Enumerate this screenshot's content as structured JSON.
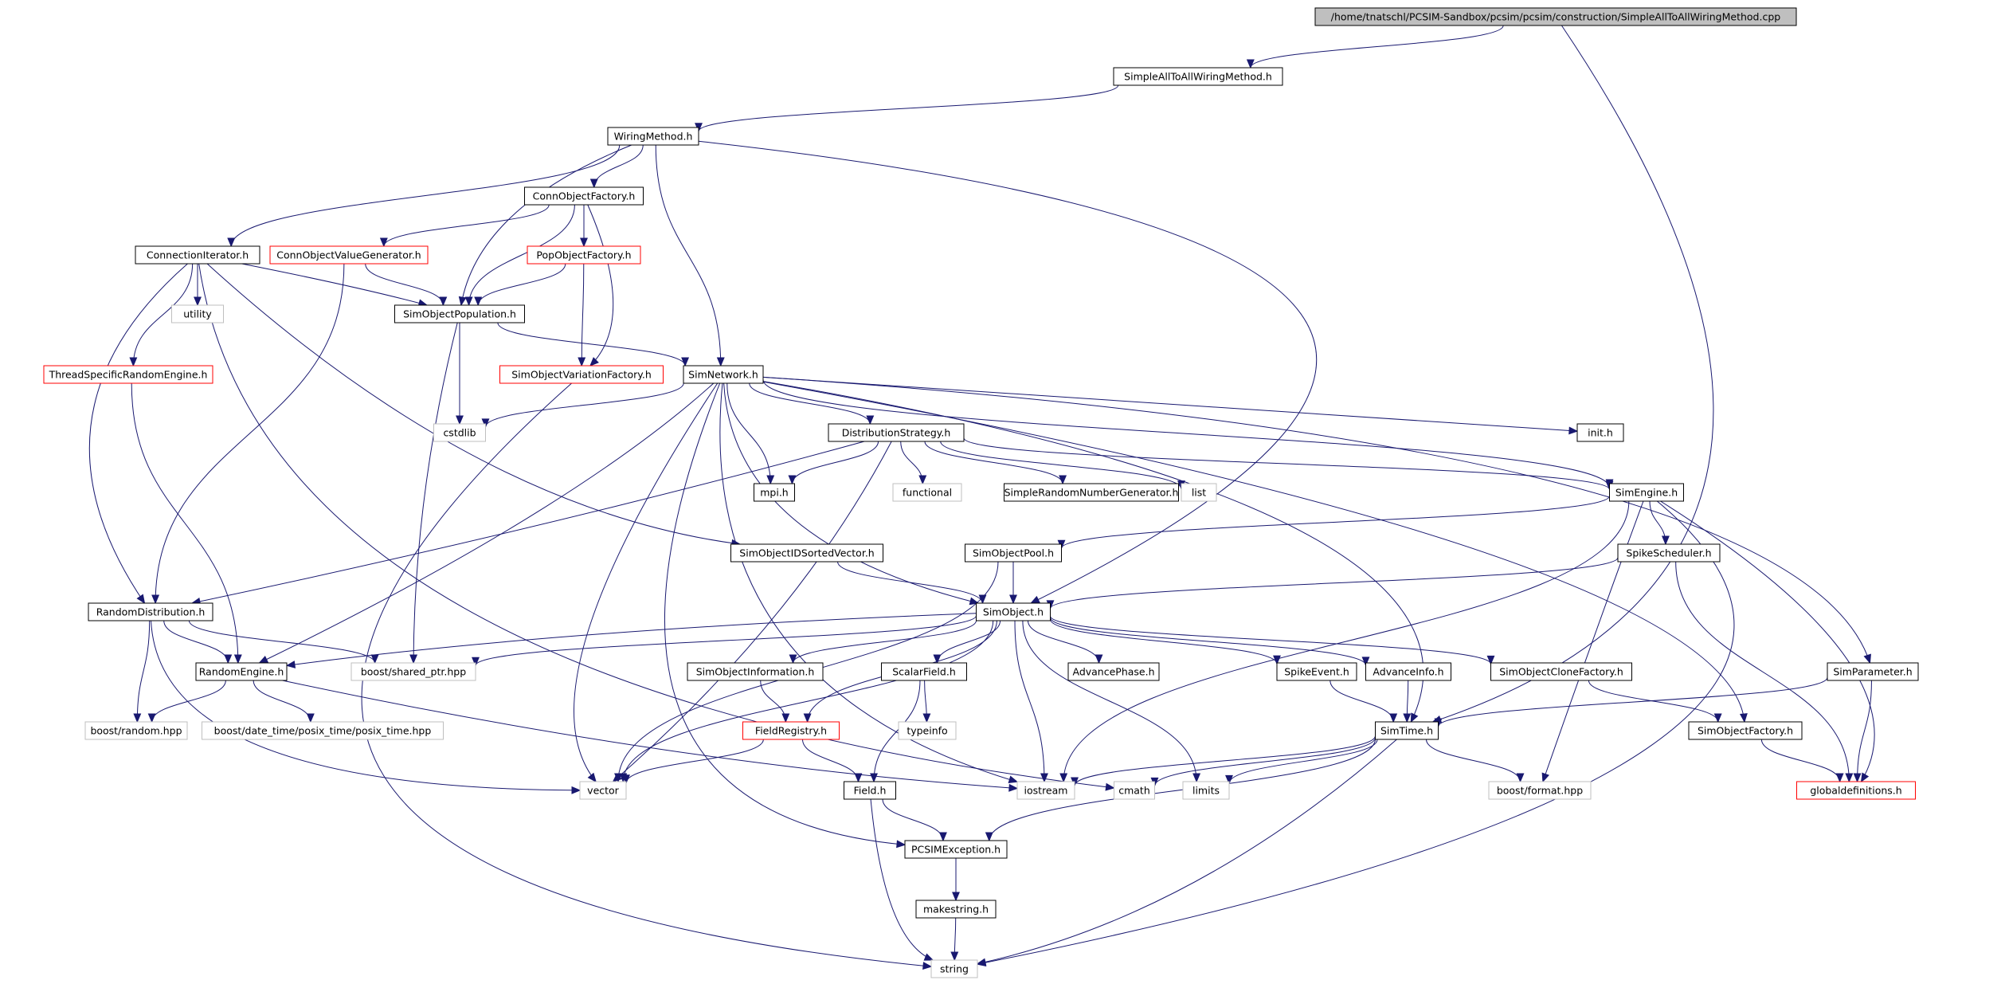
{
  "colors": {
    "edge": "#191970",
    "normal_border": "#000000",
    "missing_border": "#ff0000",
    "system_border": "#bfbfbf",
    "root_fill": "#bfbfbf",
    "text": "#000000"
  },
  "nodes": [
    {
      "id": "root",
      "label": "/home/tnatschl/PCSIM-Sandbox/pcsim/pcsim/construction/SimpleAllToAllWiringMethod.cpp",
      "kind": "root"
    },
    {
      "id": "satawm",
      "label": "SimpleAllToAllWiringMethod.h",
      "kind": "normal"
    },
    {
      "id": "wm",
      "label": "WiringMethod.h",
      "kind": "normal"
    },
    {
      "id": "cof",
      "label": "ConnObjectFactory.h",
      "kind": "normal"
    },
    {
      "id": "ci",
      "label": "ConnectionIterator.h",
      "kind": "normal"
    },
    {
      "id": "covg",
      "label": "ConnObjectValueGenerator.h",
      "kind": "red"
    },
    {
      "id": "pof",
      "label": "PopObjectFactory.h",
      "kind": "red"
    },
    {
      "id": "util",
      "label": "utility",
      "kind": "system"
    },
    {
      "id": "sop",
      "label": "SimObjectPopulation.h",
      "kind": "normal"
    },
    {
      "id": "tsre",
      "label": "ThreadSpecificRandomEngine.h",
      "kind": "red"
    },
    {
      "id": "sovf",
      "label": "SimObjectVariationFactory.h",
      "kind": "red"
    },
    {
      "id": "sn",
      "label": "SimNetwork.h",
      "kind": "normal"
    },
    {
      "id": "cstdlib",
      "label": "cstdlib",
      "kind": "system"
    },
    {
      "id": "ds",
      "label": "DistributionStrategy.h",
      "kind": "normal"
    },
    {
      "id": "init",
      "label": "init.h",
      "kind": "normal"
    },
    {
      "id": "mpi",
      "label": "mpi.h",
      "kind": "normal"
    },
    {
      "id": "functional",
      "label": "functional",
      "kind": "system"
    },
    {
      "id": "srng",
      "label": "SimpleRandomNumberGenerator.h",
      "kind": "normal"
    },
    {
      "id": "list",
      "label": "list",
      "kind": "system"
    },
    {
      "id": "se",
      "label": "SimEngine.h",
      "kind": "normal"
    },
    {
      "id": "soidsv",
      "label": "SimObjectIDSortedVector.h",
      "kind": "normal"
    },
    {
      "id": "sopool",
      "label": "SimObjectPool.h",
      "kind": "normal"
    },
    {
      "id": "ss",
      "label": "SpikeScheduler.h",
      "kind": "normal"
    },
    {
      "id": "rd",
      "label": "RandomDistribution.h",
      "kind": "normal"
    },
    {
      "id": "so",
      "label": "SimObject.h",
      "kind": "normal"
    },
    {
      "id": "re",
      "label": "RandomEngine.h",
      "kind": "normal"
    },
    {
      "id": "bsp",
      "label": "boost/shared_ptr.hpp",
      "kind": "system"
    },
    {
      "id": "soi",
      "label": "SimObjectInformation.h",
      "kind": "normal"
    },
    {
      "id": "sf",
      "label": "ScalarField.h",
      "kind": "normal"
    },
    {
      "id": "ap",
      "label": "AdvancePhase.h",
      "kind": "normal"
    },
    {
      "id": "spe",
      "label": "SpikeEvent.h",
      "kind": "normal"
    },
    {
      "id": "ai",
      "label": "AdvanceInfo.h",
      "kind": "normal"
    },
    {
      "id": "socf",
      "label": "SimObjectCloneFactory.h",
      "kind": "normal"
    },
    {
      "id": "sp",
      "label": "SimParameter.h",
      "kind": "normal"
    },
    {
      "id": "br",
      "label": "boost/random.hpp",
      "kind": "system"
    },
    {
      "id": "bdt",
      "label": "boost/date_time/posix_time/posix_time.hpp",
      "kind": "system"
    },
    {
      "id": "fr",
      "label": "FieldRegistry.h",
      "kind": "red"
    },
    {
      "id": "typeinfo",
      "label": "typeinfo",
      "kind": "system"
    },
    {
      "id": "st",
      "label": "SimTime.h",
      "kind": "normal"
    },
    {
      "id": "sofac",
      "label": "SimObjectFactory.h",
      "kind": "normal"
    },
    {
      "id": "vector",
      "label": "vector",
      "kind": "system"
    },
    {
      "id": "field",
      "label": "Field.h",
      "kind": "normal"
    },
    {
      "id": "iostream",
      "label": "iostream",
      "kind": "system"
    },
    {
      "id": "cmath",
      "label": "cmath",
      "kind": "system"
    },
    {
      "id": "limits",
      "label": "limits",
      "kind": "system"
    },
    {
      "id": "bf",
      "label": "boost/format.hpp",
      "kind": "system"
    },
    {
      "id": "gd",
      "label": "globaldefinitions.h",
      "kind": "red"
    },
    {
      "id": "pcex",
      "label": "PCSIMException.h",
      "kind": "normal"
    },
    {
      "id": "ms",
      "label": "makestring.h",
      "kind": "normal"
    },
    {
      "id": "string",
      "label": "string",
      "kind": "system"
    }
  ],
  "edges": [
    [
      "root",
      "satawm"
    ],
    [
      "root",
      "st"
    ],
    [
      "satawm",
      "wm"
    ],
    [
      "wm",
      "cof"
    ],
    [
      "wm",
      "ci"
    ],
    [
      "wm",
      "sop"
    ],
    [
      "wm",
      "sn"
    ],
    [
      "wm",
      "so"
    ],
    [
      "cof",
      "covg"
    ],
    [
      "cof",
      "pof"
    ],
    [
      "cof",
      "sop"
    ],
    [
      "cof",
      "sovf"
    ],
    [
      "ci",
      "util"
    ],
    [
      "ci",
      "sop"
    ],
    [
      "ci",
      "tsre"
    ],
    [
      "ci",
      "rd"
    ],
    [
      "ci",
      "soidsv"
    ],
    [
      "ci",
      "cmath"
    ],
    [
      "covg",
      "sop"
    ],
    [
      "covg",
      "rd"
    ],
    [
      "pof",
      "sop"
    ],
    [
      "pof",
      "sovf"
    ],
    [
      "sop",
      "sn"
    ],
    [
      "sop",
      "cstdlib"
    ],
    [
      "sop",
      "bsp"
    ],
    [
      "tsre",
      "re"
    ],
    [
      "sovf",
      "string"
    ],
    [
      "sn",
      "cstdlib"
    ],
    [
      "sn",
      "ds"
    ],
    [
      "sn",
      "init"
    ],
    [
      "sn",
      "mpi"
    ],
    [
      "sn",
      "se"
    ],
    [
      "sn",
      "so"
    ],
    [
      "sn",
      "re"
    ],
    [
      "sn",
      "vector"
    ],
    [
      "sn",
      "iostream"
    ],
    [
      "sn",
      "st"
    ],
    [
      "sn",
      "sofac"
    ],
    [
      "sn",
      "sp"
    ],
    [
      "sn",
      "pcex"
    ],
    [
      "ds",
      "mpi"
    ],
    [
      "ds",
      "functional"
    ],
    [
      "ds",
      "srng"
    ],
    [
      "ds",
      "list"
    ],
    [
      "ds",
      "se"
    ],
    [
      "ds",
      "rd"
    ],
    [
      "ds",
      "vector"
    ],
    [
      "se",
      "sopool"
    ],
    [
      "se",
      "ss"
    ],
    [
      "se",
      "iostream"
    ],
    [
      "se",
      "bf"
    ],
    [
      "se",
      "gd"
    ],
    [
      "se",
      "string"
    ],
    [
      "soidsv",
      "so"
    ],
    [
      "sopool",
      "so"
    ],
    [
      "sopool",
      "vector"
    ],
    [
      "ss",
      "so"
    ],
    [
      "ss",
      "gd"
    ],
    [
      "rd",
      "re"
    ],
    [
      "rd",
      "br"
    ],
    [
      "rd",
      "bsp"
    ],
    [
      "rd",
      "vector"
    ],
    [
      "so",
      "re"
    ],
    [
      "so",
      "bsp"
    ],
    [
      "so",
      "soi"
    ],
    [
      "so",
      "sf"
    ],
    [
      "so",
      "ap"
    ],
    [
      "so",
      "spe"
    ],
    [
      "so",
      "ai"
    ],
    [
      "so",
      "socf"
    ],
    [
      "so",
      "fr"
    ],
    [
      "so",
      "iostream"
    ],
    [
      "so",
      "limits"
    ],
    [
      "so",
      "vector"
    ],
    [
      "re",
      "br"
    ],
    [
      "re",
      "bdt"
    ],
    [
      "re",
      "iostream"
    ],
    [
      "soi",
      "fr"
    ],
    [
      "sf",
      "typeinfo"
    ],
    [
      "sf",
      "field"
    ],
    [
      "spe",
      "st"
    ],
    [
      "ai",
      "st"
    ],
    [
      "socf",
      "sofac"
    ],
    [
      "sp",
      "st"
    ],
    [
      "sp",
      "gd"
    ],
    [
      "fr",
      "vector"
    ],
    [
      "fr",
      "field"
    ],
    [
      "st",
      "iostream"
    ],
    [
      "st",
      "cmath"
    ],
    [
      "st",
      "limits"
    ],
    [
      "st",
      "bf"
    ],
    [
      "st",
      "pcex"
    ],
    [
      "st",
      "string"
    ],
    [
      "sofac",
      "gd"
    ],
    [
      "field",
      "pcex"
    ],
    [
      "field",
      "string"
    ],
    [
      "pcex",
      "ms"
    ],
    [
      "ms",
      "string"
    ]
  ]
}
